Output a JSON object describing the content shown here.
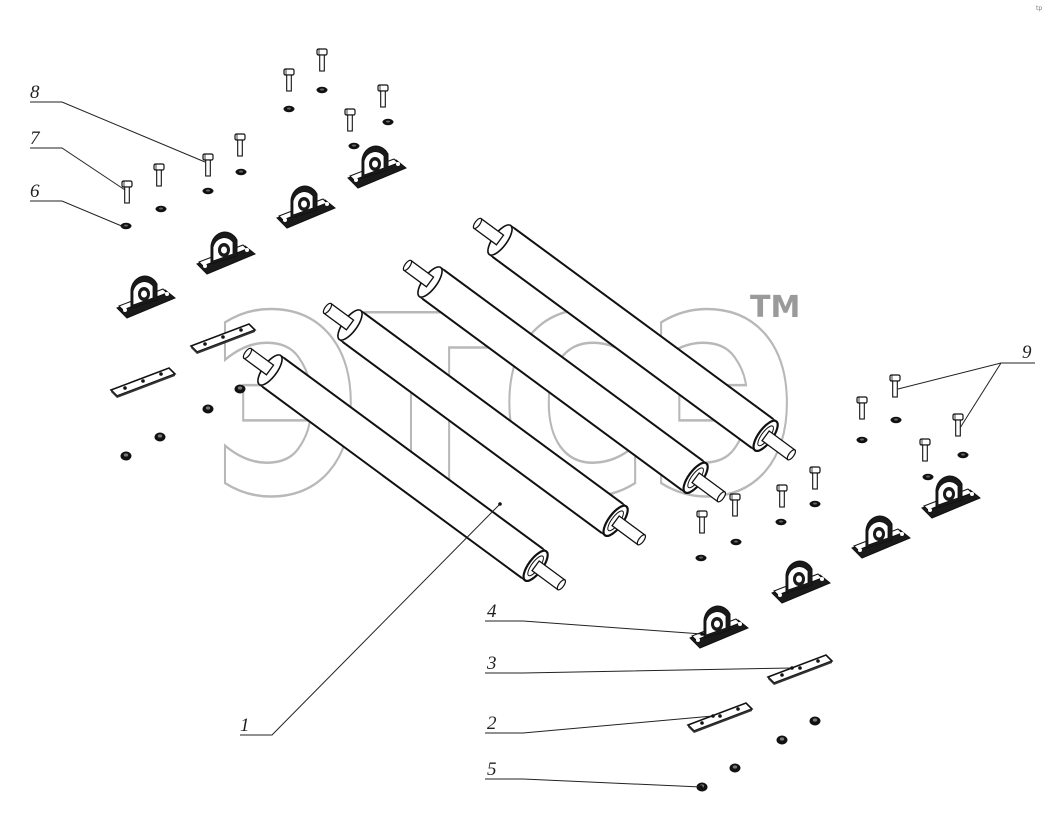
{
  "diagram": {
    "watermark": {
      "text": "ЭТСЭ",
      "trademark": "TM"
    },
    "corner_mark": "tp",
    "callouts": [
      {
        "label": "1",
        "part": "roller"
      },
      {
        "label": "2",
        "part": "plate"
      },
      {
        "label": "3",
        "part": "plate"
      },
      {
        "label": "4",
        "part": "bearing-housing"
      },
      {
        "label": "5",
        "part": "nut"
      },
      {
        "label": "6",
        "part": "washer"
      },
      {
        "label": "7",
        "part": "bolt"
      },
      {
        "label": "8",
        "part": "bolt"
      },
      {
        "label": "9",
        "part": "bolt"
      }
    ]
  }
}
